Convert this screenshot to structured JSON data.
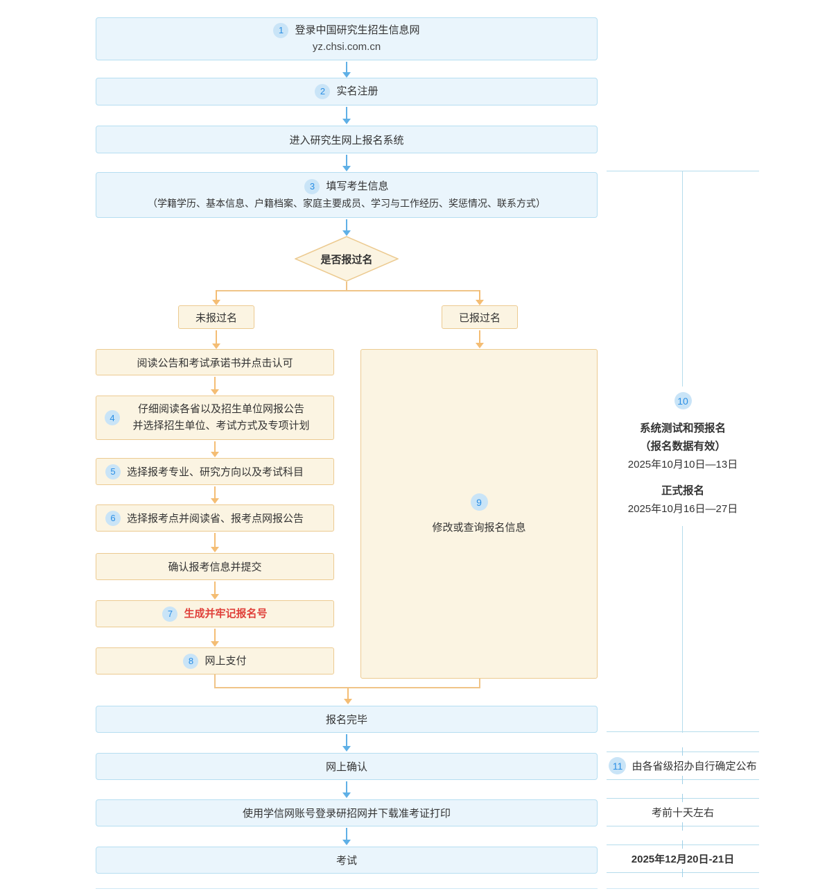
{
  "flow": {
    "step1": {
      "badge": "1",
      "line1": "登录中国研究生招生信息网",
      "line2": "yz.chsi.com.cn"
    },
    "step2": {
      "badge": "2",
      "label": "实名注册"
    },
    "enter_system": {
      "label": "进入研究生网上报名系统"
    },
    "step3": {
      "badge": "3",
      "title": "填写考生信息",
      "detail": "（学籍学历、基本信息、户籍档案、家庭主要成员、学习与工作经历、奖惩情况、联系方式）"
    },
    "decision": {
      "label": "是否报过名"
    },
    "branch_no": {
      "label": "未报过名"
    },
    "branch_yes": {
      "label": "已报过名"
    },
    "read_notice": {
      "label": "阅读公告和考试承诺书并点击认可"
    },
    "step4": {
      "badge": "4",
      "line1": "仔细阅读各省以及招生单位网报公告",
      "line2": "并选择招生单位、考试方式及专项计划"
    },
    "step5": {
      "badge": "5",
      "label": "选择报考专业、研究方向以及考试科目"
    },
    "step6": {
      "badge": "6",
      "label": "选择报考点并阅读省、报考点网报公告"
    },
    "confirm_submit": {
      "label": "确认报考信息并提交"
    },
    "step7": {
      "badge": "7",
      "label": "生成并牢记报名号"
    },
    "step8": {
      "badge": "8",
      "label": "网上支付"
    },
    "step9": {
      "badge": "9",
      "label": "修改或查询报名信息"
    },
    "finish": {
      "label": "报名完毕"
    },
    "online_confirm": {
      "label": "网上确认"
    },
    "download_print": {
      "label": "使用学信网账号登录研招网并下载准考证打印"
    },
    "exam": {
      "label": "考试"
    }
  },
  "sidebar": {
    "step10": {
      "badge": "10",
      "title1": "系统测试和预报名",
      "subtitle1": "（报名数据有效）",
      "date1": "2025年10月10日—13日",
      "title2": "正式报名",
      "date2": "2025年10月16日—27日"
    },
    "step11": {
      "badge": "11",
      "label": "由各省级招办自行确定公布"
    },
    "before_exam": {
      "label": "考前十天左右"
    },
    "exam_date": {
      "label": "2025年12月20日-21日"
    }
  },
  "colors": {
    "accent_blue": "#2a8ee4",
    "box_blue_fill": "#eaf5fc",
    "box_blue_border": "#b5def1",
    "box_cream_fill": "#fbf4e2",
    "box_cream_border": "#ecca90",
    "arrow_blue": "#5fb0e6",
    "arrow_orange": "#f4bd74",
    "badge_bg": "#c9e4f7",
    "highlight_red": "#e0403a",
    "guide_line": "#b5dcec"
  }
}
